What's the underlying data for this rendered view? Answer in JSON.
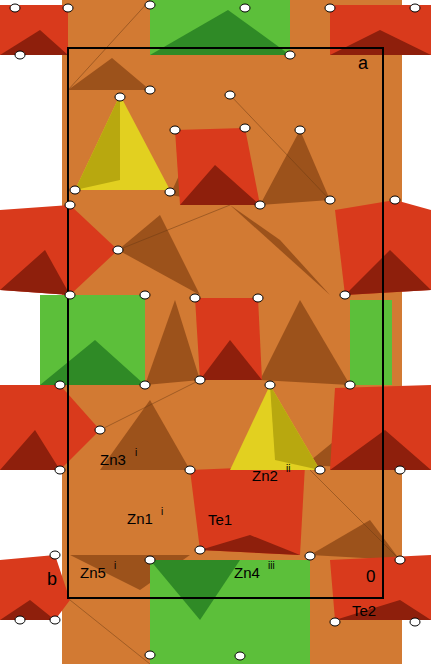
{
  "diagram": {
    "labels": [
      "a",
      "b",
      "0",
      "Te2",
      "Zn3",
      "i",
      "Zn2",
      "ii",
      "Zn1",
      "i",
      "Te1",
      "Zn5",
      "i",
      "Zn4",
      "iii"
    ]
  }
}
